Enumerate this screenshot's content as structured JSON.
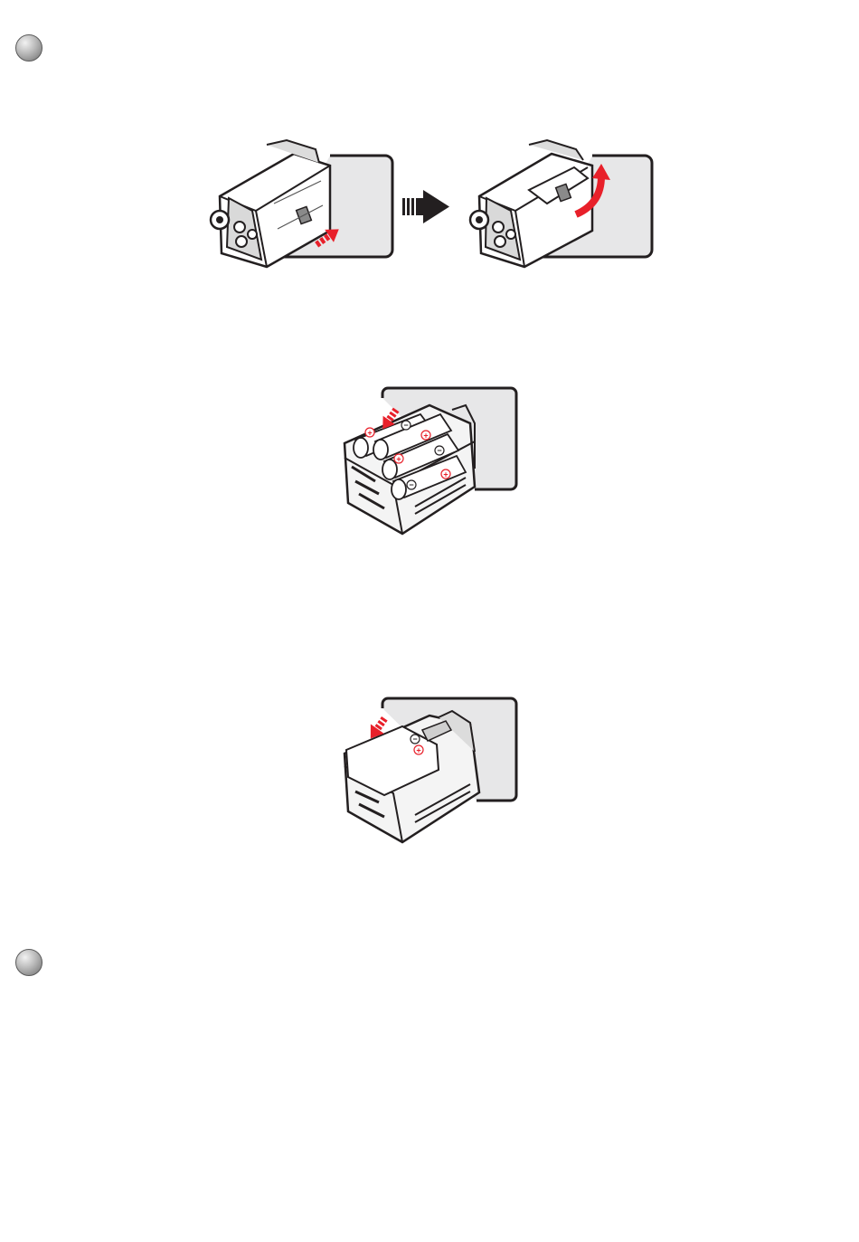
{
  "page": {
    "background": "#ffffff",
    "accent_color": "#e8202a",
    "line_color": "#231f20"
  },
  "bullets": [
    {
      "icon": "gray-sphere-bullet-icon"
    },
    {
      "icon": "gray-sphere-bullet-icon"
    }
  ],
  "figures": [
    {
      "name": "open-battery-cover",
      "icons": [
        "camera-slide-latch-illustration",
        "step-arrow-icon",
        "camera-cover-lifted-illustration"
      ]
    },
    {
      "name": "insert-aa-batteries",
      "icons": [
        "camera-aa-batteries-illustration"
      ]
    },
    {
      "name": "insert-battery-pack",
      "icons": [
        "camera-battery-pack-illustration"
      ]
    }
  ]
}
